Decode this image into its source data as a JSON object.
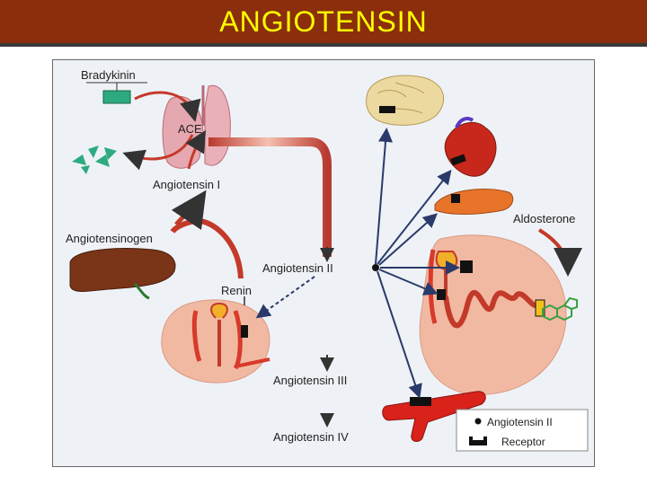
{
  "title": "ANGIOTENSIN",
  "colors": {
    "title_bg": "#8b2e0c",
    "title_text": "#ffff00",
    "kidney": "#f2b9a2",
    "vessel": "#d83a2a",
    "receptor": "#111111"
  },
  "labels": {
    "bradykinin": "Bradykinin",
    "ace": "ACE",
    "angiotensin_i": "Angiotensin I",
    "angiotensinogen": "Angiotensinogen",
    "renin": "Renin",
    "angiotensin_ii": "Angiotensin II",
    "angiotensin_iii": "Angiotensin III",
    "angiotensin_iv": "Angiotensin IV",
    "aldosterone": "Aldosterone"
  },
  "legend": {
    "molecule": "Angiotensin II",
    "receptor": "Receptor"
  },
  "icons": [
    "lung-icon",
    "liver-icon",
    "kidney-icon",
    "brain-icon",
    "heart-icon",
    "adrenal-gland-icon",
    "artery-icon",
    "steroid-molecule-icon"
  ]
}
